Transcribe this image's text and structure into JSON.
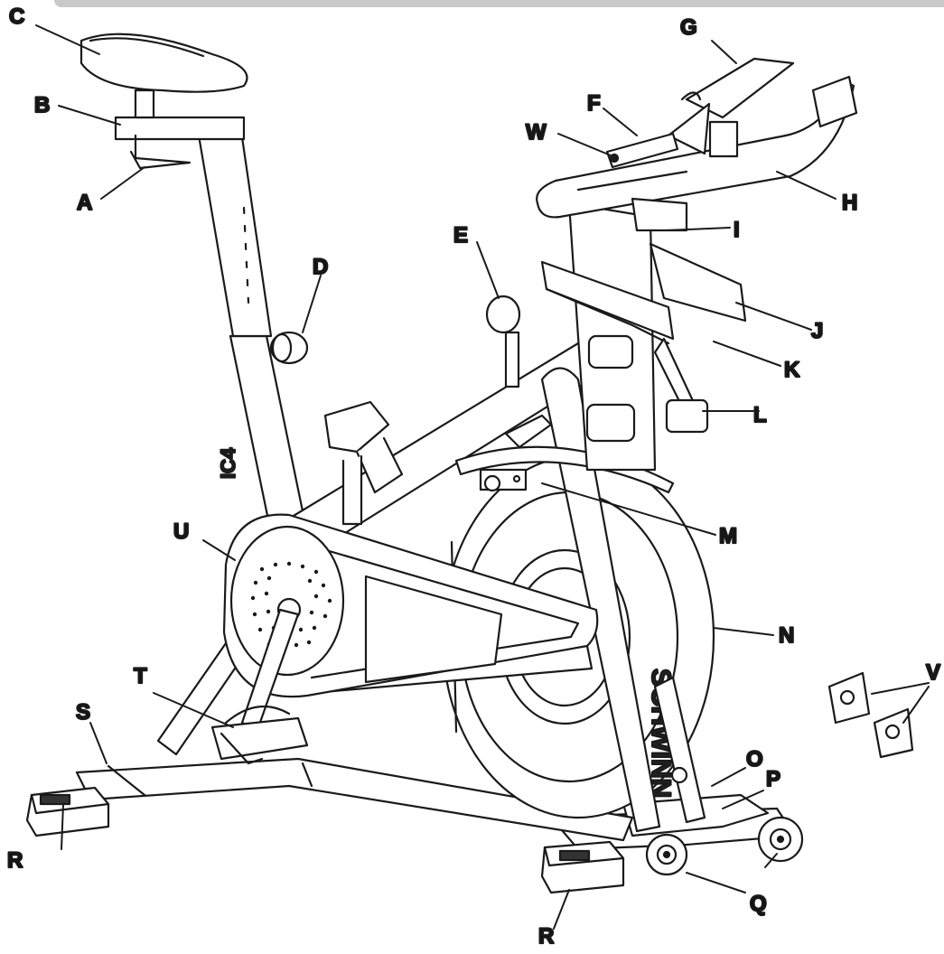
{
  "model_label": "IC4",
  "brand_text": "SCHWINN",
  "callouts": [
    {
      "id": "A",
      "label": "A"
    },
    {
      "id": "B",
      "label": "B"
    },
    {
      "id": "C",
      "label": "C"
    },
    {
      "id": "D",
      "label": "D"
    },
    {
      "id": "E",
      "label": "E"
    },
    {
      "id": "F",
      "label": "F"
    },
    {
      "id": "G",
      "label": "G"
    },
    {
      "id": "H",
      "label": "H"
    },
    {
      "id": "I",
      "label": "I"
    },
    {
      "id": "J",
      "label": "J"
    },
    {
      "id": "K",
      "label": "K"
    },
    {
      "id": "L",
      "label": "L"
    },
    {
      "id": "M",
      "label": "M"
    },
    {
      "id": "N",
      "label": "N"
    },
    {
      "id": "O",
      "label": "O"
    },
    {
      "id": "P",
      "label": "P"
    },
    {
      "id": "Q",
      "label": "Q"
    },
    {
      "id": "R1",
      "label": "R"
    },
    {
      "id": "R2",
      "label": "R"
    },
    {
      "id": "S",
      "label": "S"
    },
    {
      "id": "T",
      "label": "T"
    },
    {
      "id": "U",
      "label": "U"
    },
    {
      "id": "V",
      "label": "V"
    },
    {
      "id": "W",
      "label": "W"
    }
  ]
}
